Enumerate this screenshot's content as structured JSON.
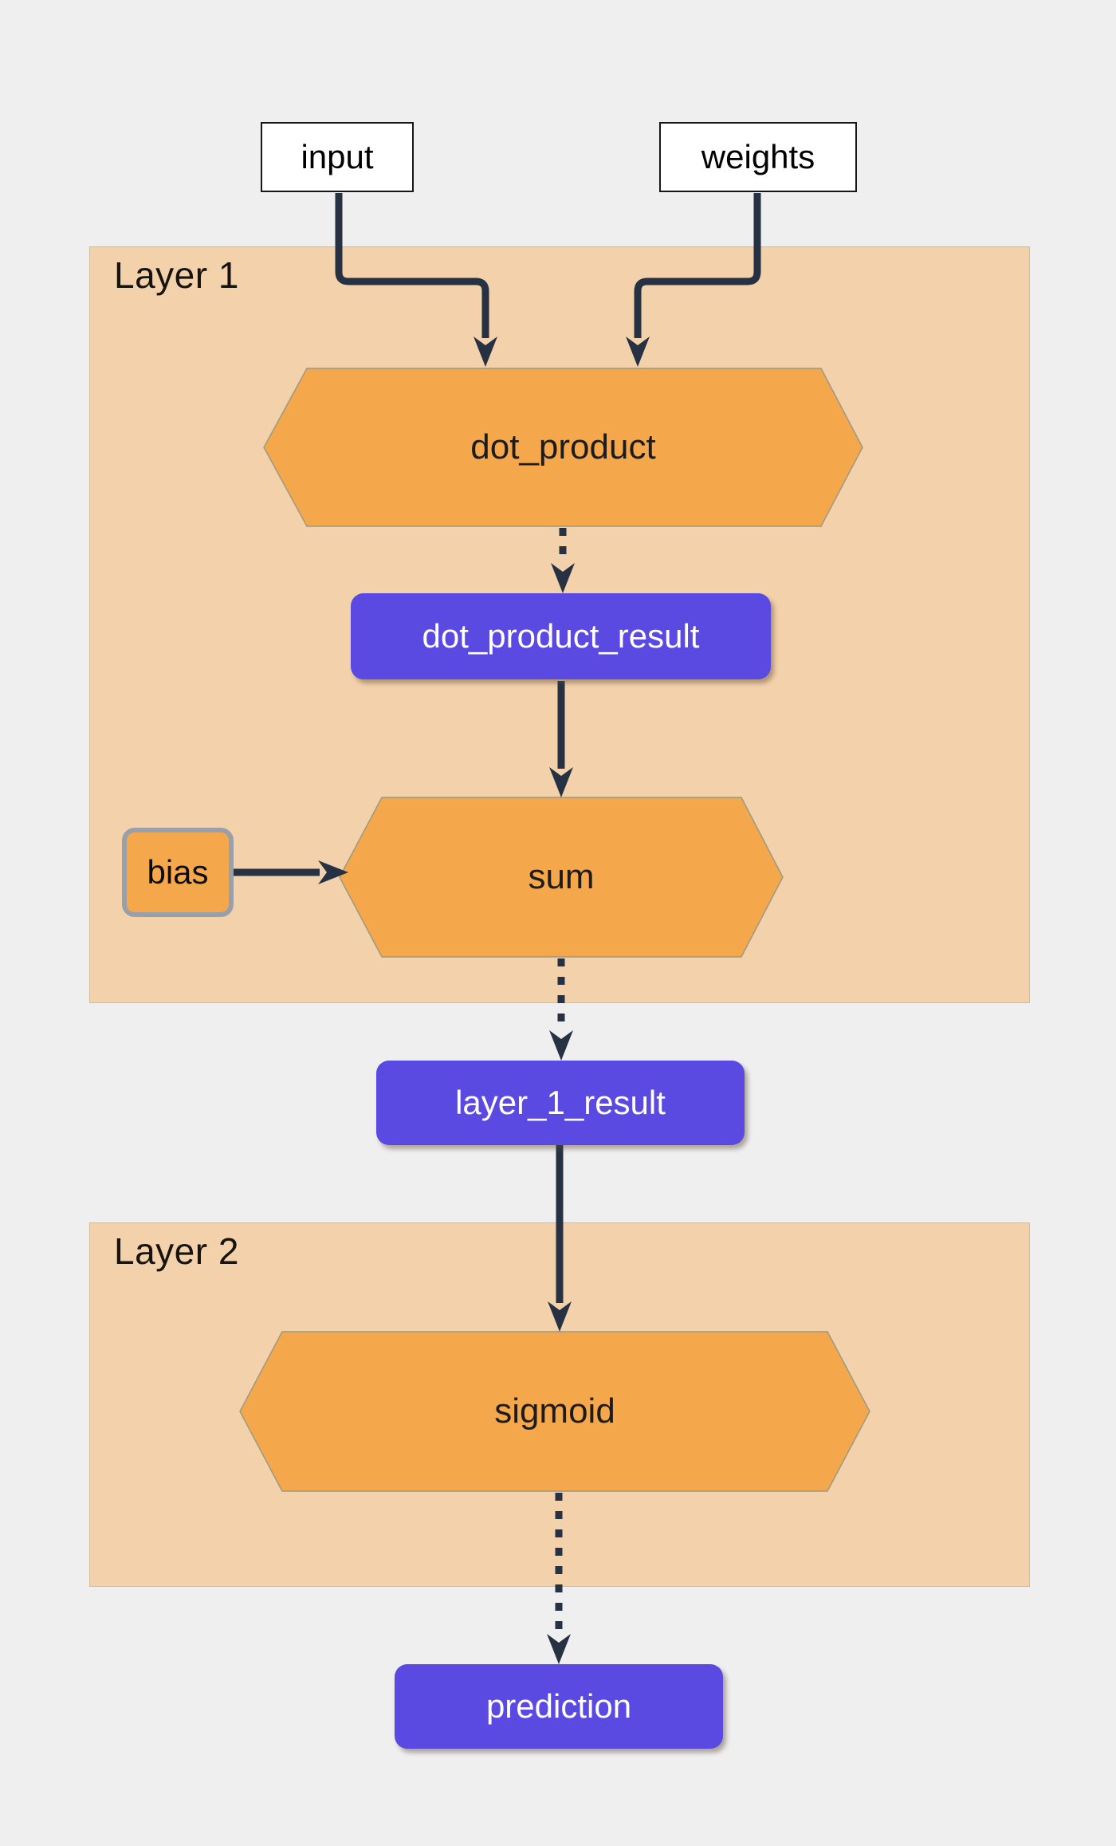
{
  "groups": {
    "layer1": {
      "label": "Layer 1"
    },
    "layer2": {
      "label": "Layer 2"
    }
  },
  "nodes": {
    "input": {
      "label": "input",
      "shape": "rectangle"
    },
    "weights": {
      "label": "weights",
      "shape": "rectangle"
    },
    "dot_product": {
      "label": "dot_product",
      "shape": "hexagon"
    },
    "dot_product_result": {
      "label": "dot_product_result",
      "shape": "rounded-rectangle"
    },
    "bias": {
      "label": "bias",
      "shape": "rounded-rectangle"
    },
    "sum": {
      "label": "sum",
      "shape": "hexagon"
    },
    "layer_1_result": {
      "label": "layer_1_result",
      "shape": "rounded-rectangle"
    },
    "sigmoid": {
      "label": "sigmoid",
      "shape": "hexagon"
    },
    "prediction": {
      "label": "prediction",
      "shape": "rounded-rectangle"
    }
  },
  "edges": [
    {
      "from": "input",
      "to": "dot_product",
      "style": "solid"
    },
    {
      "from": "weights",
      "to": "dot_product",
      "style": "solid"
    },
    {
      "from": "dot_product",
      "to": "dot_product_result",
      "style": "dotted"
    },
    {
      "from": "dot_product_result",
      "to": "sum",
      "style": "solid"
    },
    {
      "from": "bias",
      "to": "sum",
      "style": "solid"
    },
    {
      "from": "sum",
      "to": "layer_1_result",
      "style": "dotted"
    },
    {
      "from": "layer_1_result",
      "to": "sigmoid",
      "style": "solid"
    },
    {
      "from": "sigmoid",
      "to": "prediction",
      "style": "dotted"
    }
  ],
  "palette": {
    "background": "#efefef",
    "layer_panel": "#f3d2ab",
    "operation_fill": "#f5a74b",
    "result_fill": "#5b4ae1",
    "result_text": "#ffffff",
    "edge_color": "#263244",
    "io_fill": "#ffffff",
    "bias_border": "#9aa0ab",
    "text_color": "#1c1c1c"
  }
}
